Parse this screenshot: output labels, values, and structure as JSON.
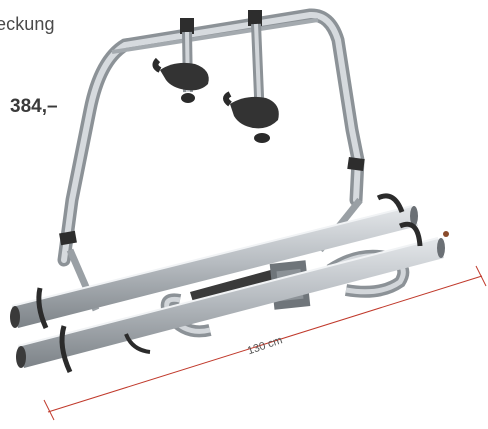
{
  "caption": {
    "text": "eckung"
  },
  "price": {
    "text": "384,–"
  },
  "dimension": {
    "label": "130 cm",
    "color": "#c0392b"
  },
  "product": {
    "icon": "bike-rack-image",
    "frame_color": "#b9bec3",
    "tube_color": "#a9aeb3",
    "clamp_color": "#2f2f2f"
  }
}
